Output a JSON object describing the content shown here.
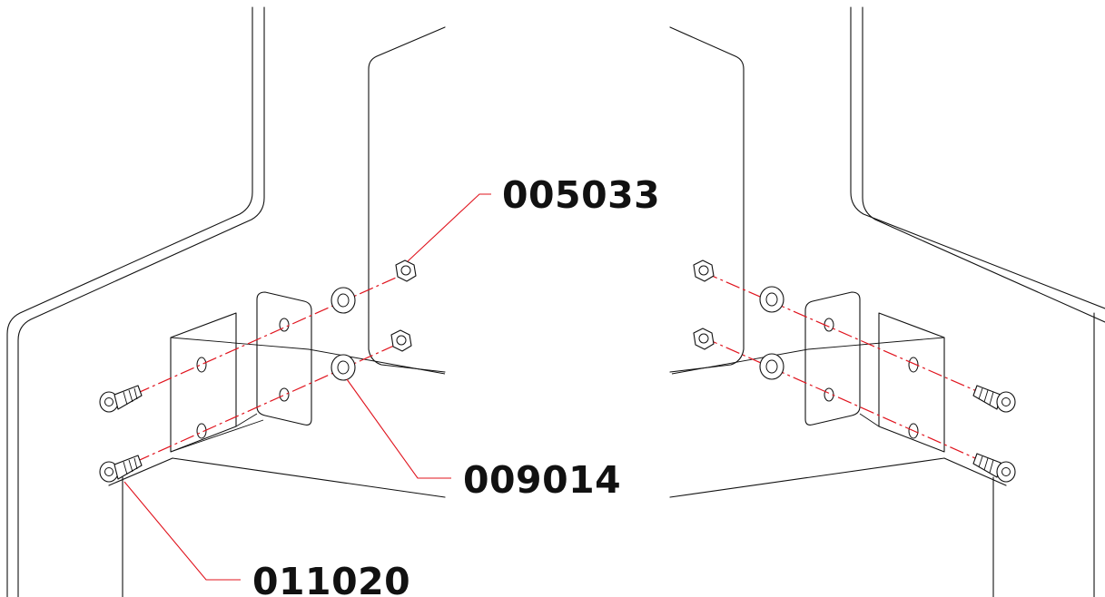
{
  "callouts": {
    "nut": "005033",
    "washer": "009014",
    "bolt": "011020"
  }
}
